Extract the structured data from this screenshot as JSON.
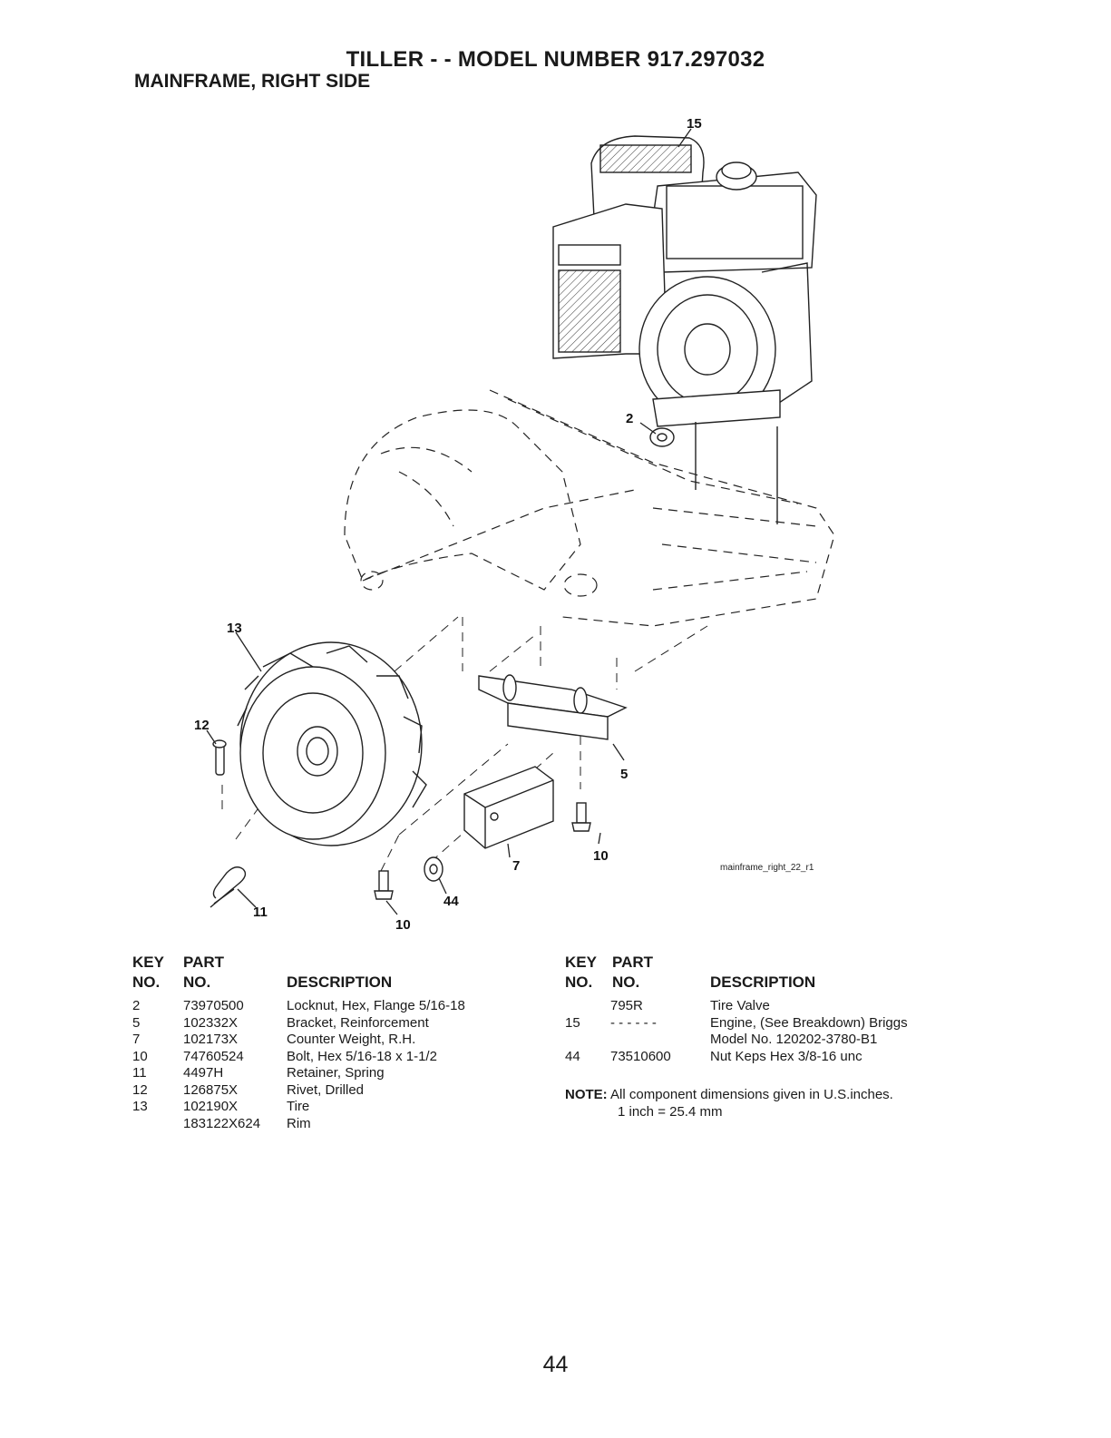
{
  "header": {
    "title": "TILLER - - MODEL NUMBER 917.297032",
    "subtitle": "MAINFRAME, RIGHT SIDE"
  },
  "diagram": {
    "figure_id": "mainframe_right_22_r1",
    "callouts": [
      "15",
      "2",
      "13",
      "12",
      "5",
      "10",
      "7",
      "44",
      "11",
      "10"
    ]
  },
  "parts_left": {
    "headers": {
      "key1": "KEY",
      "key2": "NO.",
      "part1": "PART",
      "part2": "NO.",
      "desc": "DESCRIPTION"
    },
    "rows": [
      {
        "key": "2",
        "part": "73970500",
        "desc": "Locknut, Hex, Flange 5/16-18"
      },
      {
        "key": "5",
        "part": "102332X",
        "desc": "Bracket, Reinforcement"
      },
      {
        "key": "7",
        "part": "102173X",
        "desc": "Counter Weight, R.H."
      },
      {
        "key": "10",
        "part": "74760524",
        "desc": "Bolt, Hex 5/16-18 x 1-1/2"
      },
      {
        "key": "11",
        "part": "4497H",
        "desc": "Retainer, Spring"
      },
      {
        "key": "12",
        "part": "126875X",
        "desc": "Rivet, Drilled"
      },
      {
        "key": "13",
        "part": "102190X",
        "desc": "Tire"
      },
      {
        "key": "",
        "part": "183122X624",
        "desc": "Rim"
      }
    ]
  },
  "parts_right": {
    "headers": {
      "key1": "KEY",
      "key2": "NO.",
      "part1": "PART",
      "part2": "NO.",
      "desc": "DESCRIPTION"
    },
    "rows": [
      {
        "key": "",
        "part": "795R",
        "desc": "Tire Valve"
      },
      {
        "key": "15",
        "part": "- - - - - -",
        "desc": "Engine, (See Breakdown) Briggs"
      },
      {
        "key": "",
        "part": "",
        "desc": "Model No. 120202-3780-B1"
      },
      {
        "key": "44",
        "part": "73510600",
        "desc": "Nut Keps Hex 3/8-16 unc"
      }
    ]
  },
  "note": {
    "label": "NOTE:",
    "line1": "All component dimensions given in U.S.inches.",
    "line2": "1 inch = 25.4 mm"
  },
  "page_number": "44"
}
